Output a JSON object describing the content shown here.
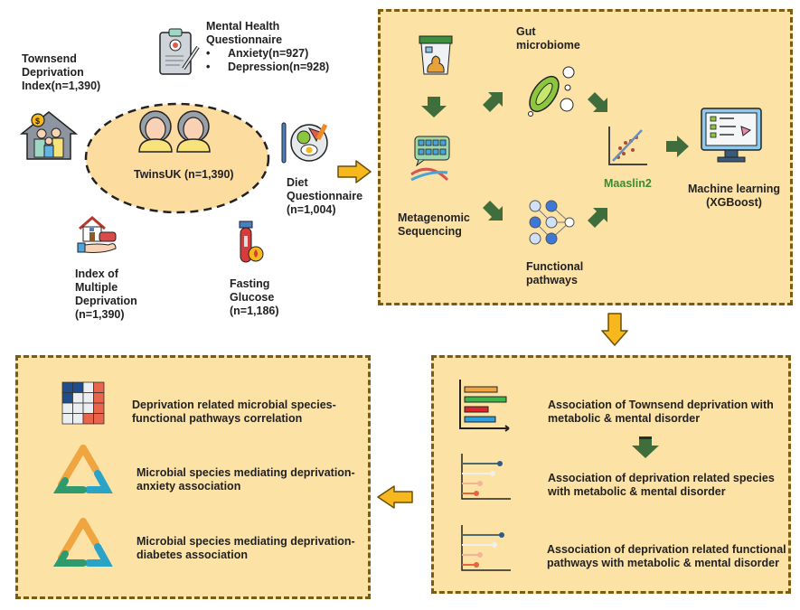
{
  "left_cluster": {
    "center": {
      "label": "TwinsUK (n=1,390)"
    },
    "townsend": {
      "lines": [
        "Townsend",
        "Deprivation",
        "Index(n=1,390)"
      ]
    },
    "mental_health": {
      "lines": [
        "Mental Health",
        "Questionnaire"
      ],
      "bullets": [
        "Anxiety(n=927)",
        "Depression(n=928)"
      ]
    },
    "diet": {
      "lines": [
        "Diet",
        "Questionnaire",
        "(n=1,004)"
      ]
    },
    "imd": {
      "lines": [
        "Index of",
        "Multiple",
        "Deprivation",
        "(n=1,390)"
      ]
    },
    "glucose": {
      "lines": [
        "Fasting",
        "Glucose",
        "(n=1,186)"
      ]
    }
  },
  "pipeline_panel": {
    "gut_microbiome": [
      "Gut",
      "microbiome"
    ],
    "metagenomic": [
      "Metagenomic",
      "Sequencing"
    ],
    "functional": [
      "Functional",
      "pathways"
    ],
    "maaslin": "Maaslin2",
    "ml": [
      "Machine learning",
      "(XGBoost)"
    ]
  },
  "association_panel": {
    "items": [
      {
        "lines": [
          "Association of Townsend deprivation with",
          "metabolic & mental disorder"
        ]
      },
      {
        "lines": [
          "Association of deprivation related species",
          "with metabolic & mental disorder"
        ]
      },
      {
        "lines": [
          "Association of deprivation related functional",
          "pathways with metabolic & mental disorder"
        ]
      }
    ]
  },
  "mediation_panel": {
    "items": [
      {
        "lines": [
          "Deprivation related microbial species-",
          "functional pathways correlation"
        ]
      },
      {
        "lines": [
          "Microbial species mediating deprivation-",
          "anxiety association"
        ]
      },
      {
        "lines": [
          "Microbial species mediating deprivation-",
          "diabetes association"
        ]
      }
    ]
  },
  "colors": {
    "panel_fill": "#fde2a6",
    "panel_border": "#7a5c12",
    "arrow_green": "#3f6e3c",
    "arrow_yellow": "#f6b81c",
    "maaslin_green": "#3e8a2e"
  }
}
